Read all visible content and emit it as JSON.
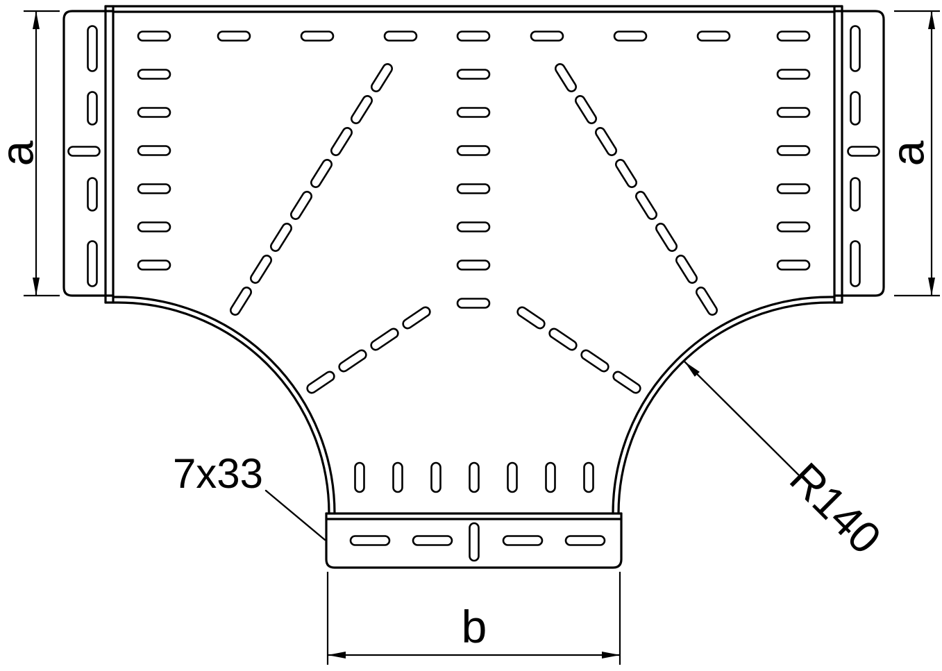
{
  "drawing": {
    "type": "technical-drawing",
    "subject": "perforated-cable-tray-tee-top-view",
    "labels": {
      "dim_side_left": "a",
      "dim_side_right": "a",
      "dim_bottom": "b",
      "slot_spec": "7x33",
      "radius": "R140"
    },
    "colors": {
      "line": "#000000",
      "background": "#ffffff"
    }
  }
}
